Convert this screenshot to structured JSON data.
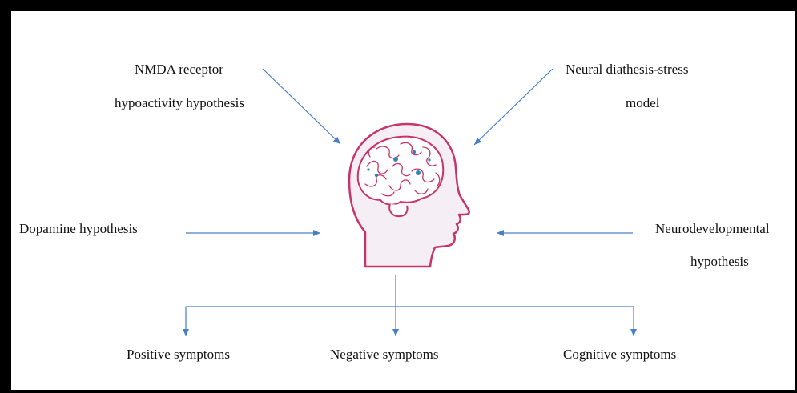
{
  "hypotheses": {
    "nmda_line1": "NMDA receptor",
    "nmda_line2": "hypoactivity hypothesis",
    "neural_line1": "Neural diathesis-stress",
    "neural_line2": "model",
    "dopamine": "Dopamine hypothesis",
    "neurodev_line1": "Neurodevelopmental",
    "neurodev_line2": "hypothesis"
  },
  "symptoms": {
    "positive": "Positive symptoms",
    "negative": "Negative symptoms",
    "cognitive": "Cognitive symptoms"
  },
  "colors": {
    "arrow": "#4a7fc6",
    "head_outline": "#c8336a",
    "head_fill": "#f5eef4",
    "brain_dots": "#2a87b8"
  },
  "icons": {
    "center": "head-with-brain-icon"
  }
}
